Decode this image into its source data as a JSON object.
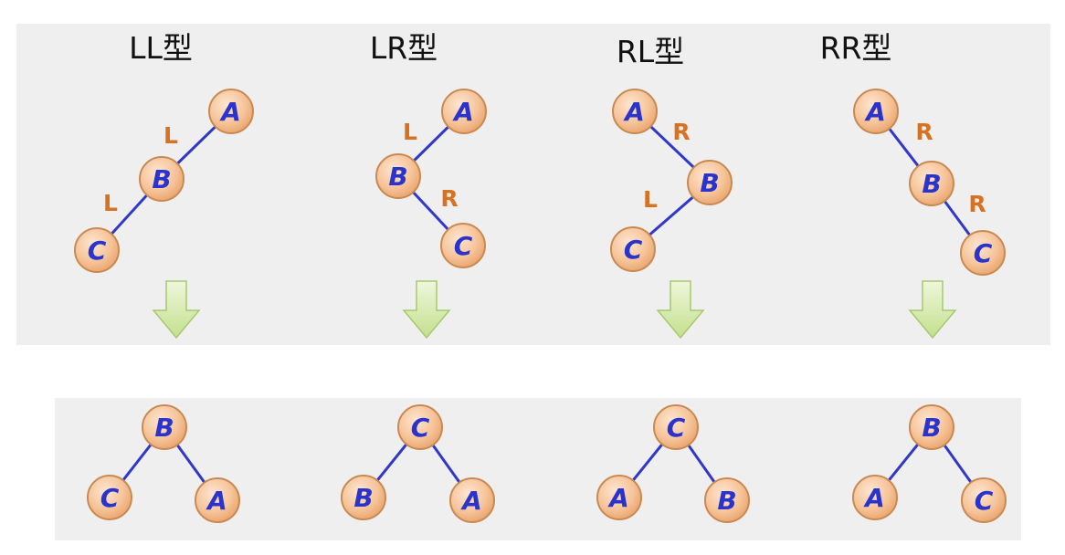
{
  "columns": [
    {
      "title": "LL型",
      "before": {
        "nodes": [
          "A",
          "B",
          "C"
        ],
        "edge_labels": [
          "L",
          "L"
        ]
      },
      "after": {
        "root": "B",
        "left": "C",
        "right": "A"
      }
    },
    {
      "title": "LR型",
      "before": {
        "nodes": [
          "A",
          "B",
          "C"
        ],
        "edge_labels": [
          "L",
          "R"
        ]
      },
      "after": {
        "root": "C",
        "left": "B",
        "right": "A"
      }
    },
    {
      "title": "RL型",
      "before": {
        "nodes": [
          "A",
          "B",
          "C"
        ],
        "edge_labels": [
          "R",
          "L"
        ]
      },
      "after": {
        "root": "C",
        "left": "A",
        "right": "B"
      }
    },
    {
      "title": "RR型",
      "before": {
        "nodes": [
          "A",
          "B",
          "C"
        ],
        "edge_labels": [
          "R",
          "R"
        ]
      },
      "after": {
        "root": "B",
        "left": "A",
        "right": "C"
      }
    }
  ],
  "colors": {
    "panel": "#efefef",
    "edge": "#2f38c8",
    "node_fill": "#f6c49a",
    "node_label": "#2a34cc",
    "edge_label": "#d67222",
    "arrow": "#cfe7a6"
  },
  "icons": {
    "transform_arrow": "down-arrow-icon"
  }
}
